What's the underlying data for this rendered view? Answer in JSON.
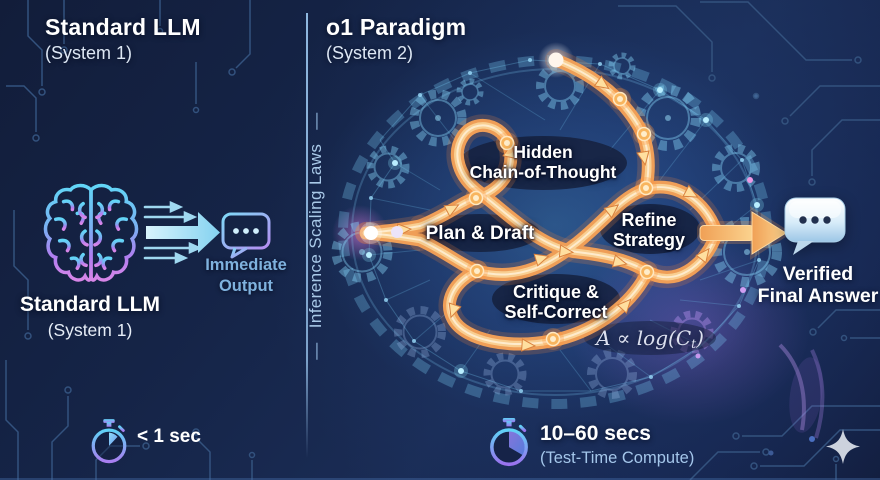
{
  "header": {
    "left_title": "Standard LLM",
    "left_subtitle": "(System 1)",
    "right_title": "o1 Paradigm",
    "right_subtitle": "(System 2)"
  },
  "divider": {
    "label": "Inference Scaling Laws",
    "dash": "—"
  },
  "left_panel": {
    "caption_title": "Standard LLM",
    "caption_subtitle": "(System 1)",
    "output_line1": "Immediate",
    "output_line2": "Output",
    "timing": "< 1 sec",
    "icons": {
      "brain": "brain-outline-icon",
      "arrows": "speed-arrows-icon",
      "bubble": "chat-bubble-outline-icon",
      "timer": "stopwatch-icon"
    }
  },
  "o1_panel": {
    "hidden_cot_line1": "Hidden",
    "hidden_cot_line2": "Chain-of-Thought",
    "plan_draft": "Plan & Draft",
    "refine_line1": "Refine",
    "refine_line2": "Strategy",
    "critique_line1": "Critique &",
    "critique_line2": "Self-Correct",
    "formula_prefix": "A ∝ log(C",
    "formula_sub": "t",
    "formula_suffix": ")",
    "timing": "10–60 secs",
    "timing_note": "(Test-Time Compute)",
    "answer_line1": "Verified",
    "answer_line2": "Final Answer",
    "icons": {
      "timer": "stopwatch-icon",
      "bubble": "glossy-chat-bubble-icon",
      "sparkle": "four-point-star-icon"
    }
  },
  "colors": {
    "background": "#16264a",
    "circuit_trace": "#35547f",
    "accent_cyan": "#6fd4f8",
    "accent_purple": "#b07ef0",
    "path_orange": "#f0a355",
    "text_primary": "#ffffff",
    "text_blue": "#9fc2e8"
  }
}
